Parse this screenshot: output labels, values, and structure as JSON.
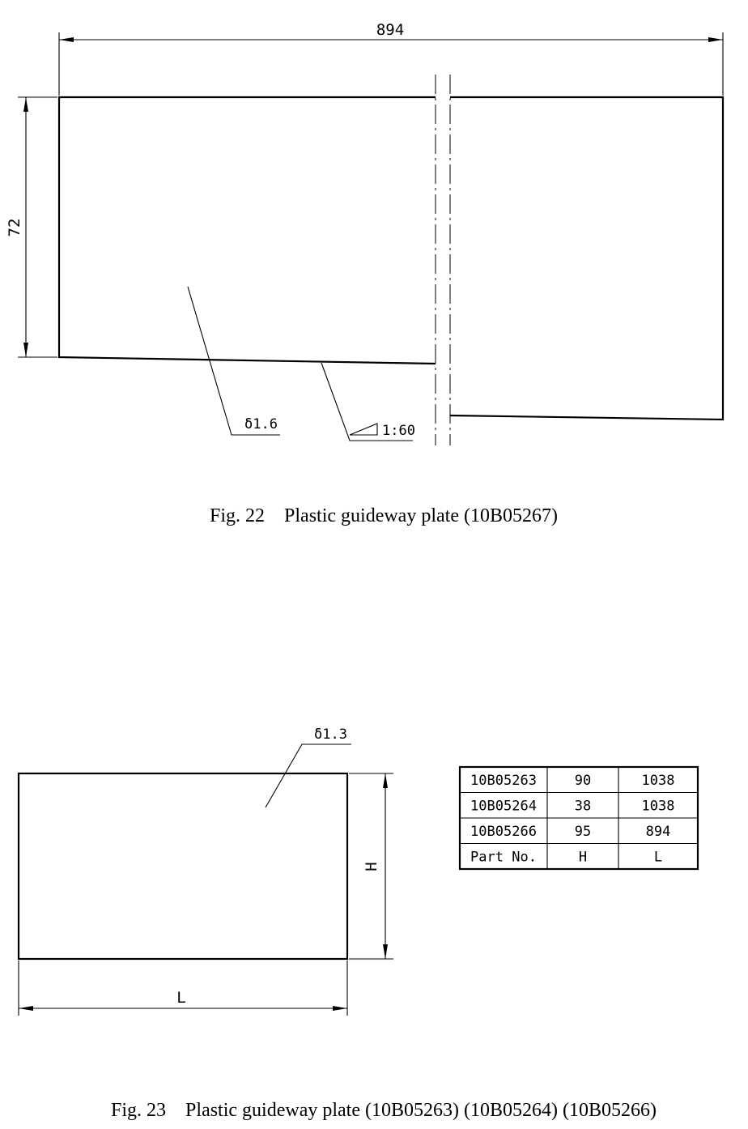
{
  "fig22": {
    "dim_length": "894",
    "dim_height": "72",
    "thickness": "δ1.6",
    "taper": "1:60",
    "caption": "Fig. 22    Plastic guideway plate (10B05267)"
  },
  "fig23": {
    "thickness": "δ1.3",
    "dim_h": "H",
    "dim_l": "L",
    "table": {
      "rows": [
        [
          "10B05263",
          "90",
          "1038"
        ],
        [
          "10B05264",
          "38",
          "1038"
        ],
        [
          "10B05266",
          "95",
          "894"
        ],
        [
          "Part No.",
          "H",
          "L"
        ]
      ]
    },
    "caption": "Fig. 23    Plastic guideway plate (10B05263) (10B05264) (10B05266)"
  }
}
